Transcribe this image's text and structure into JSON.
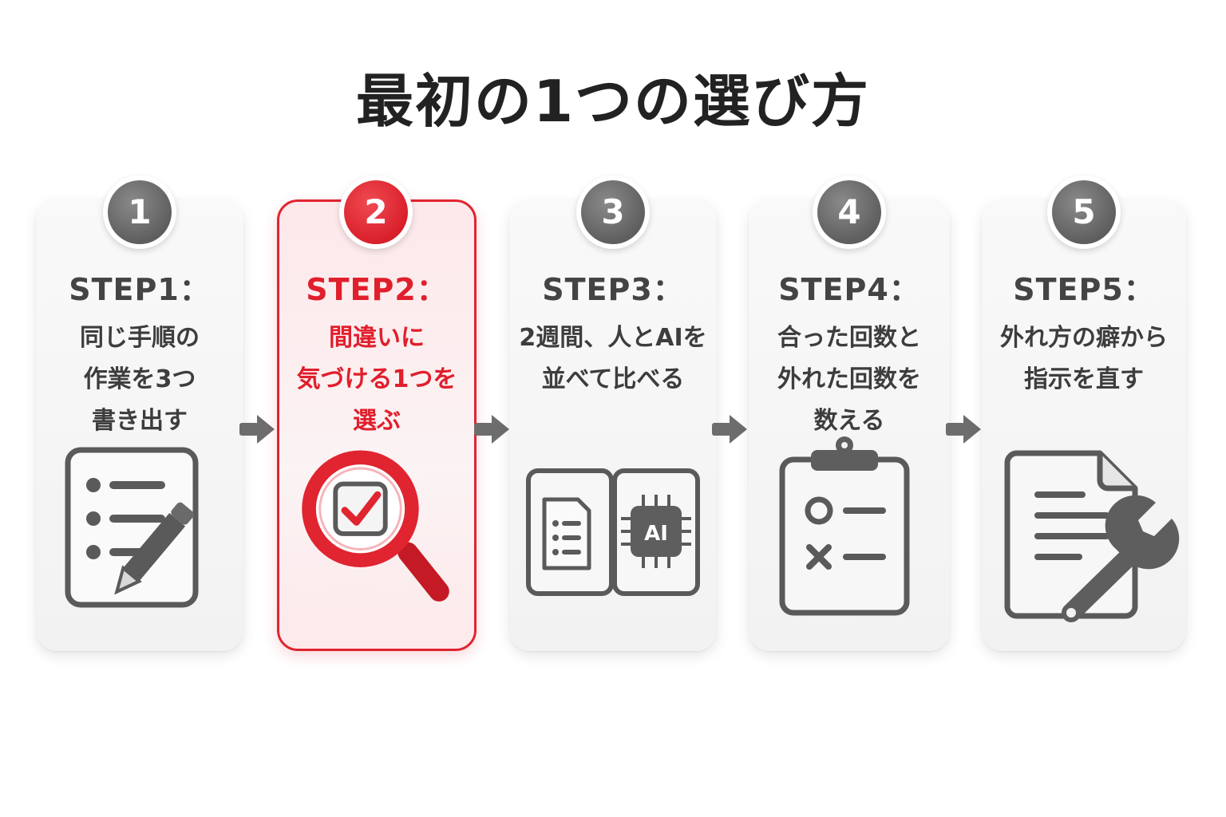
{
  "title": "最初の1つの選び方",
  "steps": [
    {
      "number": "1",
      "label": "STEP1：",
      "lines": [
        "同じ手順の",
        "作業を3つ",
        "書き出す"
      ],
      "icon": "checklist-pencil-icon"
    },
    {
      "number": "2",
      "label": "STEP2：",
      "lines": [
        "間違いに",
        "気づける1つを",
        "選ぶ"
      ],
      "icon": "magnifier-check-icon"
    },
    {
      "number": "3",
      "label": "STEP3：",
      "lines": [
        "2週間、人とAIを",
        "並べて比べる"
      ],
      "icon": "document-ai-chip-icon"
    },
    {
      "number": "4",
      "label": "STEP4：",
      "lines": [
        "合った回数と",
        "外れた回数を",
        "数える"
      ],
      "icon": "clipboard-circle-cross-icon"
    },
    {
      "number": "5",
      "label": "STEP5：",
      "lines": [
        "外れ方の癖から",
        "指示を直す"
      ],
      "icon": "document-wrench-icon"
    }
  ],
  "colors": {
    "accent": "#e02430",
    "neutral": "#5f5f5f"
  }
}
